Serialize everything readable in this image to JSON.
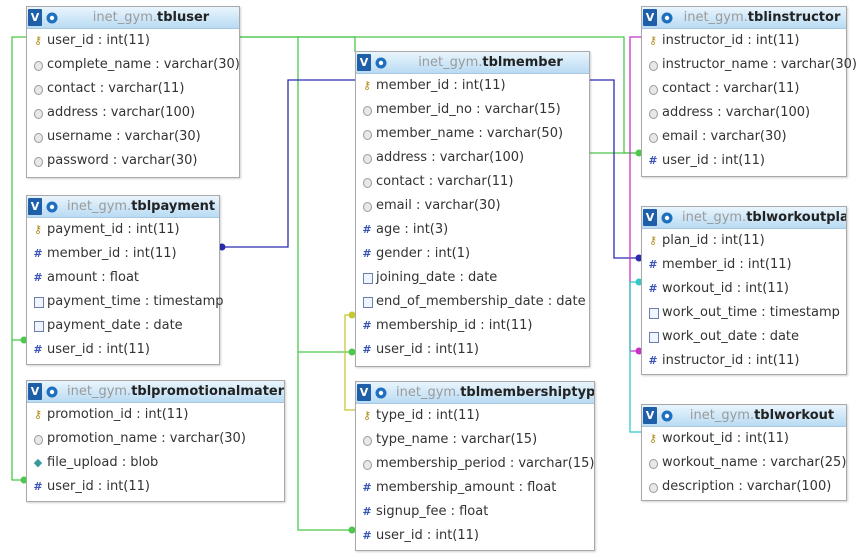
{
  "tables": {
    "tbluser": {
      "db": "inet_gym.",
      "name": "tbluser",
      "columns": [
        {
          "text": "user_id : int(11)",
          "icon": "key-icon"
        },
        {
          "text": "complete_name : varchar(30)",
          "icon": "text-field-icon"
        },
        {
          "text": "contact : varchar(11)",
          "icon": "text-field-icon"
        },
        {
          "text": "address : varchar(100)",
          "icon": "text-field-icon"
        },
        {
          "text": "username : varchar(30)",
          "icon": "text-field-icon"
        },
        {
          "text": "password : varchar(30)",
          "icon": "text-field-icon"
        }
      ]
    },
    "tblpayment": {
      "db": "inet_gym.",
      "name": "tblpayment",
      "columns": [
        {
          "text": "payment_id : int(11)",
          "icon": "key-icon"
        },
        {
          "text": "member_id : int(11)",
          "icon": "numeric-field-icon"
        },
        {
          "text": "amount : float",
          "icon": "numeric-field-icon"
        },
        {
          "text": "payment_time : timestamp",
          "icon": "date-field-icon"
        },
        {
          "text": "payment_date : date",
          "icon": "date-field-icon"
        },
        {
          "text": "user_id : int(11)",
          "icon": "numeric-field-icon"
        }
      ]
    },
    "tblpromotionalmaterial": {
      "db": "inet_gym.",
      "name": "tblpromotionalmaterial",
      "columns": [
        {
          "text": "promotion_id : int(11)",
          "icon": "key-icon"
        },
        {
          "text": "promotion_name : varchar(30)",
          "icon": "text-field-icon"
        },
        {
          "text": "file_upload : blob",
          "icon": "blob-field-icon"
        },
        {
          "text": "user_id : int(11)",
          "icon": "numeric-field-icon"
        }
      ]
    },
    "tblmember": {
      "db": "inet_gym.",
      "name": "tblmember",
      "columns": [
        {
          "text": "member_id : int(11)",
          "icon": "key-icon"
        },
        {
          "text": "member_id_no : varchar(15)",
          "icon": "text-field-icon"
        },
        {
          "text": "member_name : varchar(50)",
          "icon": "text-field-icon"
        },
        {
          "text": "address : varchar(100)",
          "icon": "text-field-icon"
        },
        {
          "text": "contact : varchar(11)",
          "icon": "text-field-icon"
        },
        {
          "text": "email : varchar(30)",
          "icon": "text-field-icon"
        },
        {
          "text": "age : int(3)",
          "icon": "numeric-field-icon"
        },
        {
          "text": "gender : int(1)",
          "icon": "numeric-field-icon"
        },
        {
          "text": "joining_date : date",
          "icon": "date-field-icon"
        },
        {
          "text": "end_of_membership_date : date",
          "icon": "date-field-icon"
        },
        {
          "text": "membership_id : int(11)",
          "icon": "numeric-field-icon"
        },
        {
          "text": "user_id : int(11)",
          "icon": "numeric-field-icon"
        }
      ]
    },
    "tblmembershiptype": {
      "db": "inet_gym.",
      "name": "tblmembershiptype",
      "columns": [
        {
          "text": "type_id : int(11)",
          "icon": "key-icon"
        },
        {
          "text": "type_name : varchar(15)",
          "icon": "text-field-icon"
        },
        {
          "text": "membership_period : varchar(15)",
          "icon": "text-field-icon"
        },
        {
          "text": "membership_amount : float",
          "icon": "numeric-field-icon"
        },
        {
          "text": "signup_fee : float",
          "icon": "numeric-field-icon"
        },
        {
          "text": "user_id : int(11)",
          "icon": "numeric-field-icon"
        }
      ]
    },
    "tblinstructor": {
      "db": "inet_gym.",
      "name": "tblinstructor",
      "columns": [
        {
          "text": "instructor_id : int(11)",
          "icon": "key-icon"
        },
        {
          "text": "instructor_name : varchar(30)",
          "icon": "text-field-icon"
        },
        {
          "text": "contact : varchar(11)",
          "icon": "text-field-icon"
        },
        {
          "text": "address : varchar(100)",
          "icon": "text-field-icon"
        },
        {
          "text": "email : varchar(30)",
          "icon": "text-field-icon"
        },
        {
          "text": "user_id : int(11)",
          "icon": "numeric-field-icon"
        }
      ]
    },
    "tblworkoutplan": {
      "db": "inet_gym.",
      "name": "tblworkoutplan",
      "columns": [
        {
          "text": "plan_id : int(11)",
          "icon": "key-icon"
        },
        {
          "text": "member_id : int(11)",
          "icon": "numeric-field-icon"
        },
        {
          "text": "workout_id : int(11)",
          "icon": "numeric-field-icon"
        },
        {
          "text": "work_out_time : timestamp",
          "icon": "date-field-icon"
        },
        {
          "text": "work_out_date : date",
          "icon": "date-field-icon"
        },
        {
          "text": "instructor_id : int(11)",
          "icon": "numeric-field-icon"
        }
      ]
    },
    "tblworkout": {
      "db": "inet_gym.",
      "name": "tblworkout",
      "columns": [
        {
          "text": "workout_id : int(11)",
          "icon": "key-icon"
        },
        {
          "text": "workout_name : varchar(25)",
          "icon": "text-field-icon"
        },
        {
          "text": "description : varchar(100)",
          "icon": "text-field-icon"
        }
      ]
    }
  },
  "toggle_label": "V",
  "colors": {
    "user_links": "#4cc84c",
    "member_links": "#2b2bb0",
    "membershiptype_link": "#c8c832",
    "instructor_link": "#c832c8",
    "workout_link": "#32c8c8"
  }
}
